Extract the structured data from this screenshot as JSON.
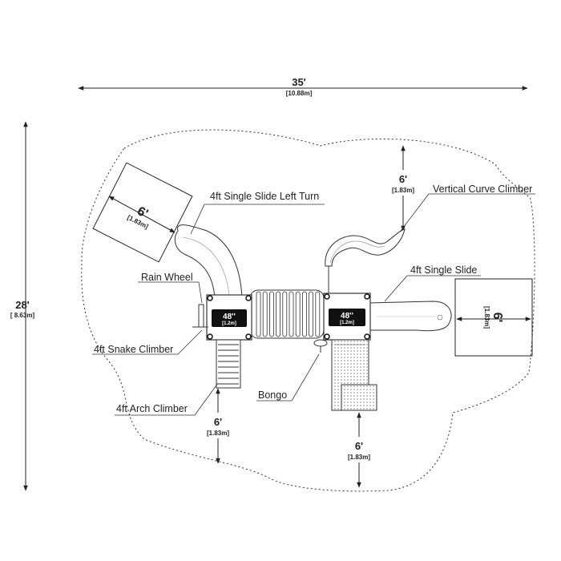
{
  "dimensions": {
    "width_main": "35'",
    "width_sub": "[10.88m]",
    "height_main": "28'",
    "height_sub": "[ 8.63m]",
    "zone_top_main": "6'",
    "zone_top_sub": "[1.83m]",
    "zone_bottom_left_main": "6'",
    "zone_bottom_left_sub": "[1.83m]",
    "zone_bottom_right_main": "6'",
    "zone_bottom_right_sub": "[1.83m]",
    "slide_exit_left_main": "6'",
    "slide_exit_left_sub": "[1.83m]",
    "slide_exit_right_main": "6'",
    "slide_exit_right_sub": "[1.83m]"
  },
  "decks": {
    "left_main": "48''",
    "left_sub": "[1.2m]",
    "right_main": "48''",
    "right_sub": "[1.2m]"
  },
  "labels": {
    "single_slide_left_turn": "4ft Single Slide Left Turn",
    "vertical_curve_climber": "Vertical Curve Climber",
    "rain_wheel": "Rain Wheel",
    "single_slide": "4ft Single Slide",
    "snake_climber": "4ft Snake Climber",
    "bongo": "Bongo",
    "arch_climber": "4ft Arch Climber"
  },
  "colors": {
    "line": "#333333",
    "deck": "#111111",
    "fill": "#ffffff"
  }
}
